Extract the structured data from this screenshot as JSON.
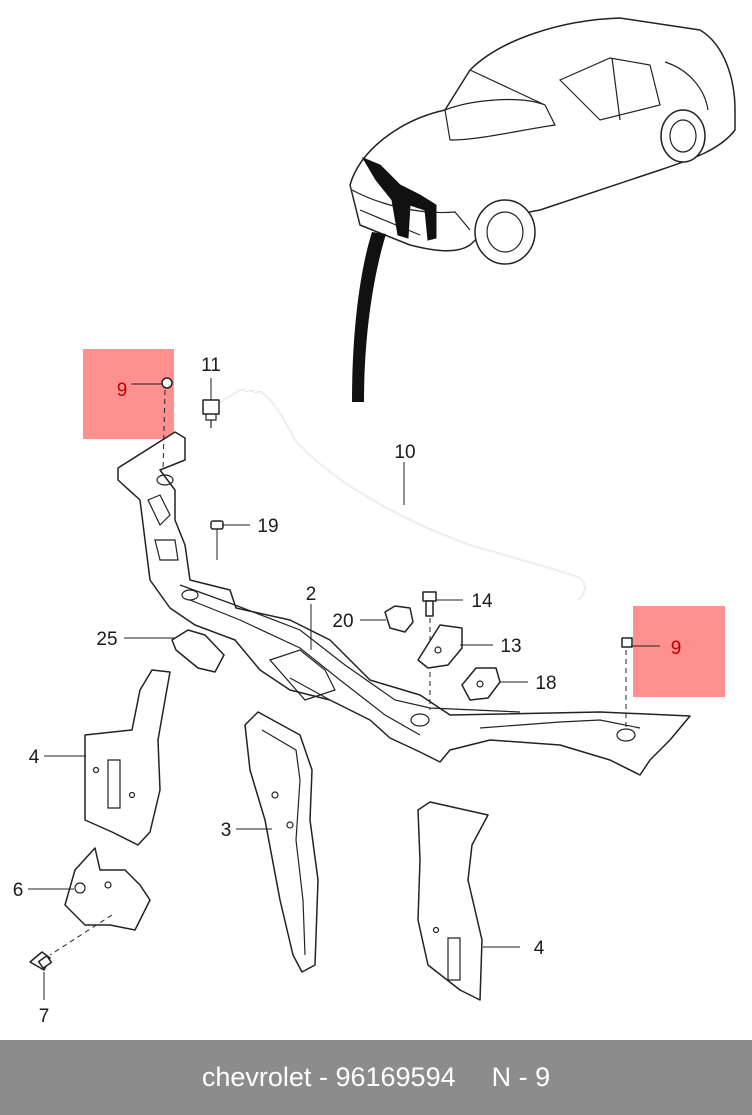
{
  "diagram": {
    "callouts": {
      "c11": "11",
      "c9a": "9",
      "c10": "10",
      "c19": "19",
      "c2": "2",
      "c14": "14",
      "c20": "20",
      "c13": "13",
      "c25": "25",
      "c9b": "9",
      "c18": "18",
      "c4a": "4",
      "c3": "3",
      "c6": "6",
      "c4b": "4",
      "c7": "7"
    },
    "highlight_color": "#ff8a8a"
  },
  "footer": {
    "brand": "chevrolet",
    "separator": "-",
    "part_number": "96169594",
    "position": "N - 9"
  }
}
